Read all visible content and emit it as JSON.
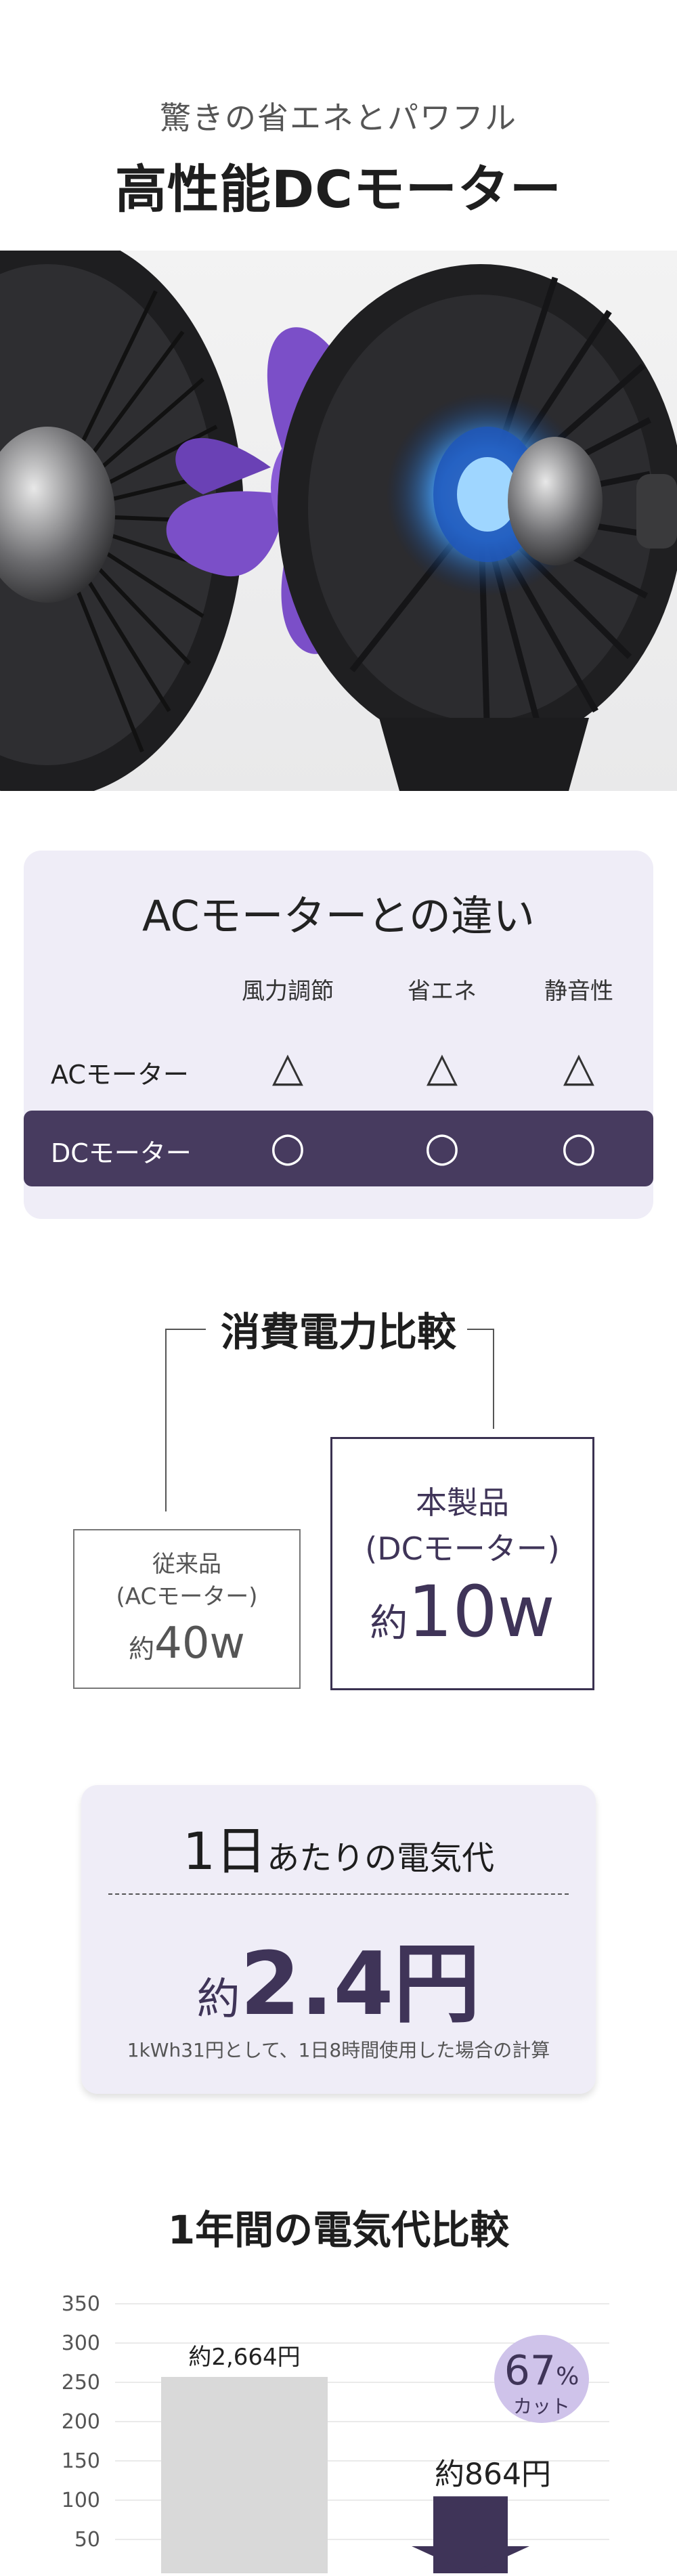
{
  "hero": {
    "subtitle": "驚きの省エネとパワフル",
    "title": "高性能DCモーター"
  },
  "comparison": {
    "title": "ACモーターとの違い",
    "columns": [
      "風力調節",
      "省エネ",
      "静音性"
    ],
    "rows": [
      {
        "label": "ACモーター",
        "marks": [
          "△",
          "△",
          "△"
        ]
      },
      {
        "label": "DCモーター",
        "marks": [
          "○",
          "○",
          "○"
        ]
      }
    ]
  },
  "power": {
    "title": "消費電力比較",
    "old": {
      "line1": "従来品",
      "line2": "(ACモーター)",
      "prefix": "約",
      "value": "40w"
    },
    "new": {
      "line1": "本製品",
      "line2": "(DCモーター)",
      "prefix": "約",
      "value": "10w"
    }
  },
  "daily": {
    "title_big": "1日",
    "title_small": "あたりの電気代",
    "prefix": "約",
    "value": "2.4円",
    "note": "1kWh31円として、1日8時間使用した場合の計算"
  },
  "annual": {
    "title": "1年間の電気代比較",
    "badge_percent": "67",
    "badge_percent_sign": "%",
    "badge_label": "カット",
    "arrow_icon": "down-arrow-icon"
  },
  "chart_data": {
    "type": "bar",
    "categories": [
      "",
      ""
    ],
    "values": [
      2664,
      864
    ],
    "data_labels": [
      "約2,664円",
      "約864円"
    ],
    "y_ticks": [
      "350",
      "300",
      "250",
      "200",
      "150",
      "100",
      "50"
    ],
    "colors": [
      "#d9d9d9",
      "#3f3458"
    ]
  },
  "colors": {
    "accent": "#473b5f",
    "card_bg": "#efedf7"
  }
}
